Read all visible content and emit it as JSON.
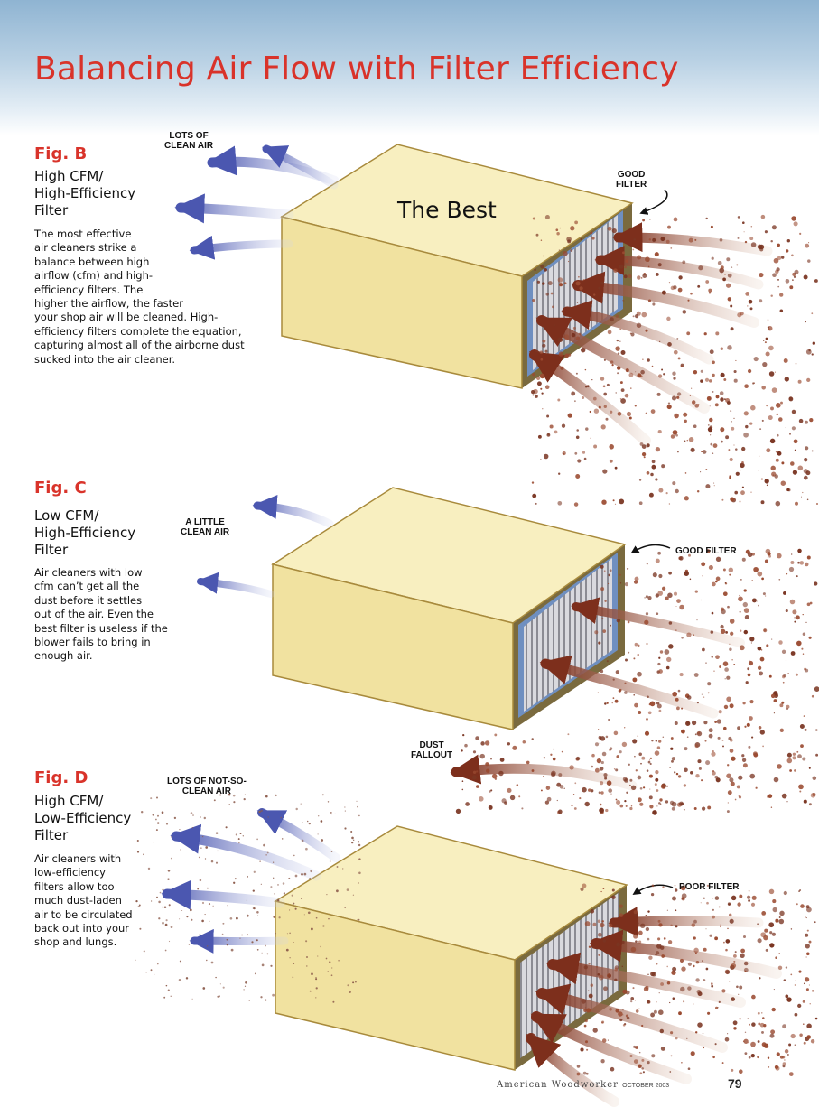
{
  "title": "Balancing Air Flow with Filter Efficiency",
  "figures": [
    {
      "label": "Fig. B",
      "subtitle": "High CFM/\nHigh-Efficiency\nFilter",
      "body": "The most effective\nair cleaners strike a\nbalance between high\nairflow (cfm) and high-\nefficiency filters. The\nhigher the airflow, the faster\nyour shop air will be cleaned. High-\nefficiency filters complete the equation,\ncapturing almost all of the airborne dust\nsucked into the air cleaner.",
      "callout_air": "LOTS OF\nCLEAN AIR",
      "callout_filter": "GOOD\nFILTER",
      "box_label": "The Best"
    },
    {
      "label": "Fig. C",
      "subtitle": "Low CFM/\nHigh-Efficiency\nFilter",
      "body": "Air cleaners with low\ncfm can’t get all the\ndust before it settles\nout of the air. Even the\nbest filter is useless if the\nblower fails to bring in\nenough air.",
      "callout_air": "A LITTLE\nCLEAN AIR",
      "callout_filter": "GOOD FILTER",
      "callout_fallout": "DUST\nFALLOUT"
    },
    {
      "label": "Fig. D",
      "subtitle": "High CFM/\nLow-Efficiency\nFilter",
      "body": "Air cleaners with\nlow-efficiency\nfilters allow too\nmuch dust-laden\nair to be circulated\nback out into your\nshop and lungs.",
      "callout_air": "LOTS OF NOT-SO-\nCLEAN AIR",
      "callout_filter": "POOR FILTER"
    }
  ],
  "footer": {
    "publication": "American Woodworker",
    "issue": "OCTOBER 2003",
    "page": "79"
  },
  "colors": {
    "title": "#d9332a",
    "box_face": "#f3e6a6",
    "box_top": "#f7eebc",
    "clean_arrow": "#5b67b8",
    "dusty_arrow": "#8a3a24",
    "dust": "#7a3522",
    "filter_frame": "#6f8fc0"
  }
}
